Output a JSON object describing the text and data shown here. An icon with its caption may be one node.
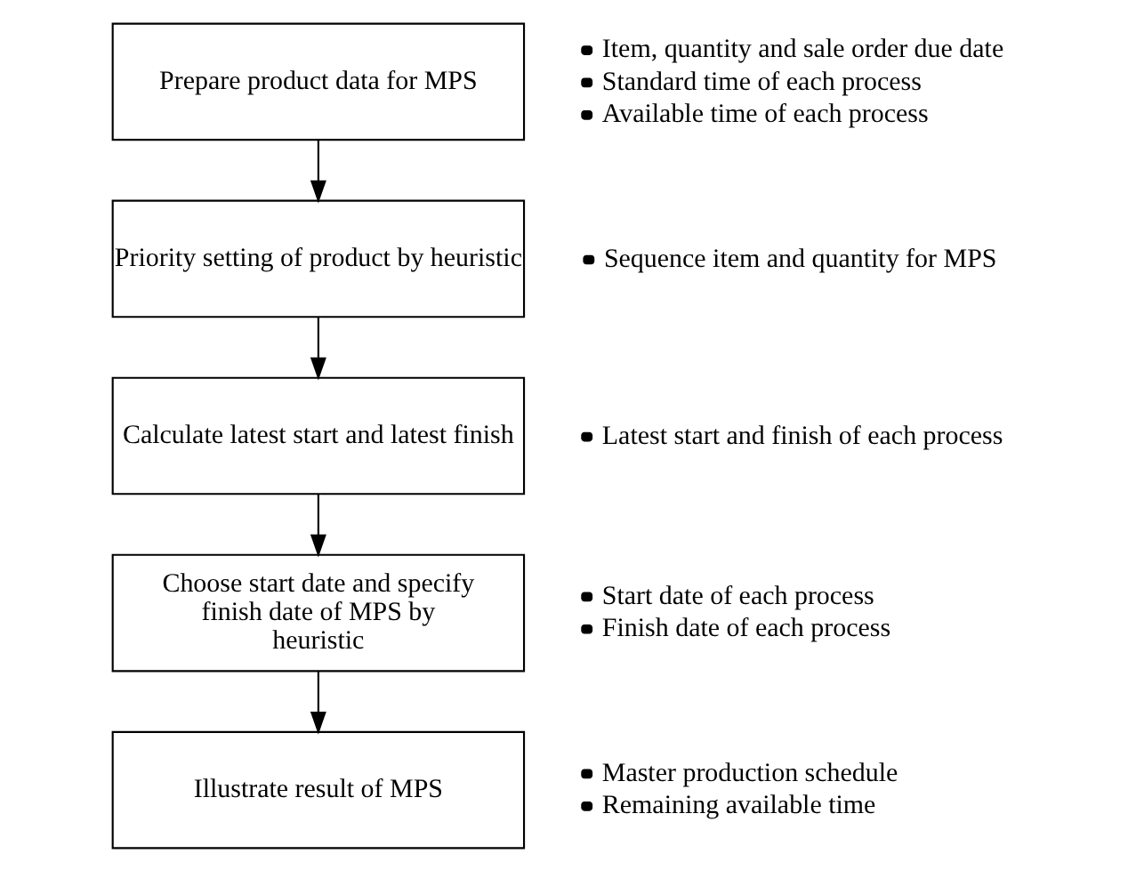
{
  "diagram": {
    "nodes": [
      {
        "text": [
          "Prepare product data for MPS"
        ],
        "beside": [
          "Item, quantity and sale order due date",
          "Standard time of each process",
          "Available time of each process"
        ]
      },
      {
        "text": [
          "Priority setting of product by heuristic"
        ],
        "beside": [
          "Sequence item and quantity for MPS"
        ]
      },
      {
        "text": [
          "Calculate latest start and latest finish"
        ],
        "beside": [
          "Latest start and finish of each process"
        ]
      },
      {
        "text": [
          "Choose start date and specify finish date of MPS by heuristic"
        ],
        "beside": [
          "Start date of each process",
          "Finish date of each process"
        ]
      },
      {
        "text": [
          "Illustrate result of MPS"
        ],
        "beside": [
          "Master production schedule",
          "Remaining available time"
        ]
      }
    ],
    "edges": [
      {
        "from": 0,
        "to": 1,
        "arrow": "to"
      },
      {
        "from": 1,
        "to": 2,
        "arrow": "to"
      },
      {
        "from": 2,
        "to": 3,
        "arrow": "to"
      },
      {
        "from": 3,
        "to": 4,
        "arrow": "to"
      }
    ]
  }
}
